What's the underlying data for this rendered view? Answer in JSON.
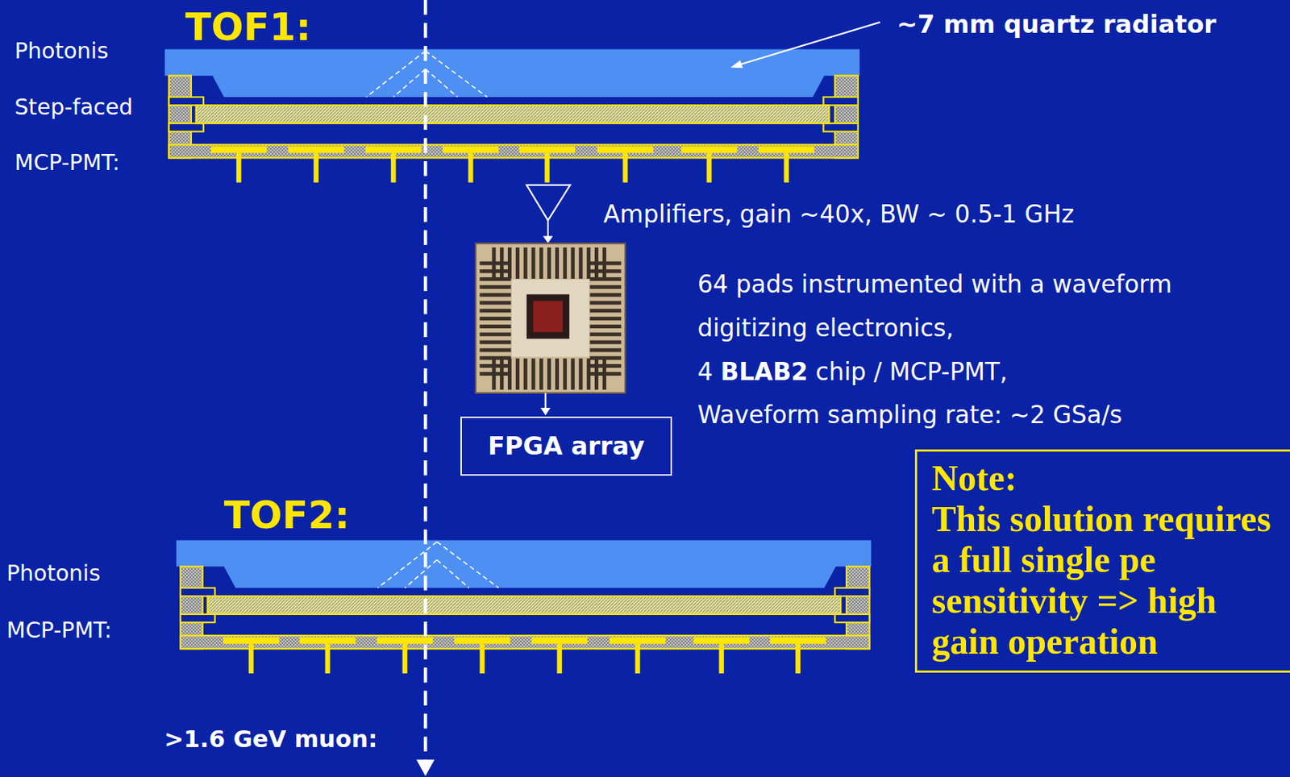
{
  "diagram": {
    "nodes": [
      {
        "text": [
          "FPGA array"
        ]
      },
      {
        "text": [
          "Note:",
          "This solution requires a full single pe sensitivity => high gain operation"
        ]
      }
    ],
    "labels": [
      "TOF1:",
      "Photonis",
      "Step-faced",
      "MCP-PMT:",
      "~7 mm quartz radiator",
      "Amplifiers, gain ~40x, BW ~ 0.5-1 GHz",
      "64 pads instrumented with a waveform",
      "digitizing electronics,",
      "4 BLAB2 chip / MCP-PMT,",
      "Waveform sampling rate: ~2 GSa/s",
      "TOF2:",
      "Photonis",
      "MCP-PMT:",
      ">1.6 GeV muon:"
    ]
  }
}
